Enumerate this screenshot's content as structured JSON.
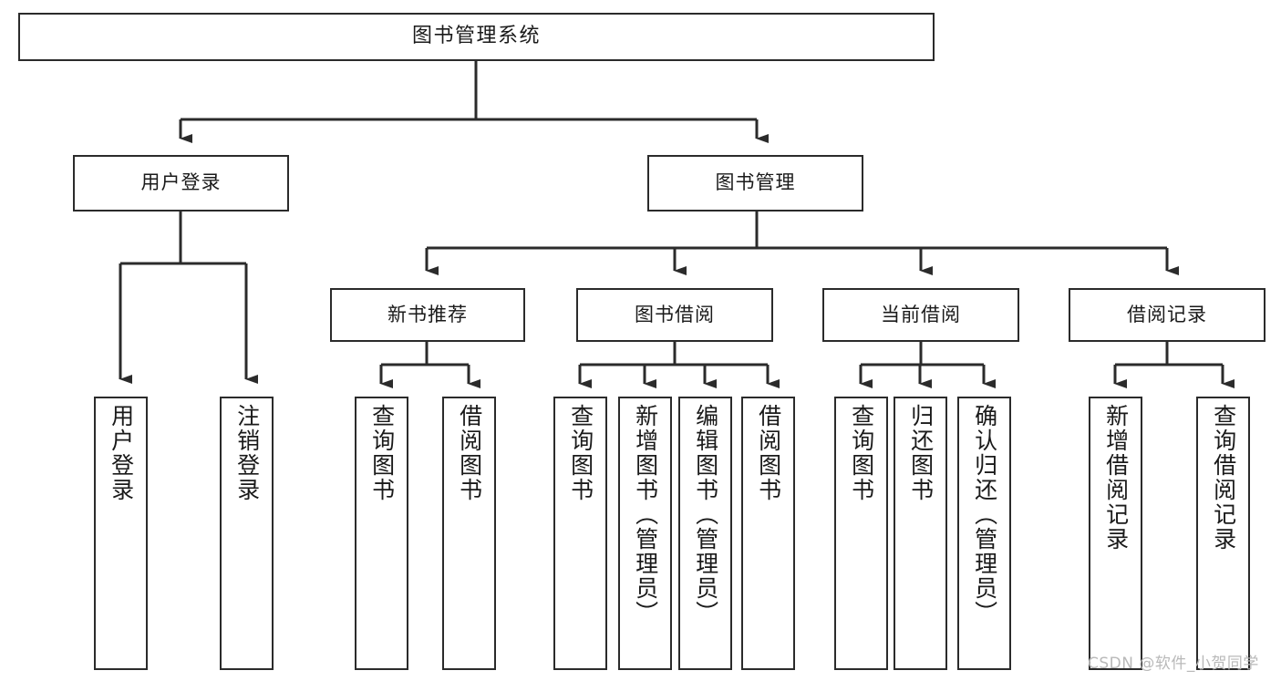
{
  "diagram": {
    "title": "图书管理系统",
    "watermark": "CSDN @软件_小贺同学",
    "line_color": "#2b2b2b",
    "box_fill": "#ffffff",
    "text_color": "#1a1a1a",
    "watermark_color": "#b9b9b9",
    "root": {
      "label": "图书管理系统"
    },
    "level2": [
      {
        "label": "用户登录"
      },
      {
        "label": "图书管理"
      }
    ],
    "level3": [
      {
        "label": "新书推荐"
      },
      {
        "label": "图书借阅"
      },
      {
        "label": "当前借阅"
      },
      {
        "label": "借阅记录"
      }
    ],
    "leaves": {
      "user_login": [
        {
          "label": "用户登录"
        },
        {
          "label": "注销登录"
        }
      ],
      "new_book": [
        {
          "label": "查询图书"
        },
        {
          "label": "借阅图书"
        }
      ],
      "book_borrow": [
        {
          "label": "查询图书"
        },
        {
          "label": "新增图书（管理员）"
        },
        {
          "label": "编辑图书（管理员）"
        },
        {
          "label": "借阅图书"
        }
      ],
      "current_borrow": [
        {
          "label": "查询图书"
        },
        {
          "label": "归还图书"
        },
        {
          "label": "确认归还（管理员）"
        }
      ],
      "borrow_record": [
        {
          "label": "新增借阅记录"
        },
        {
          "label": "查询借阅记录"
        }
      ]
    }
  }
}
